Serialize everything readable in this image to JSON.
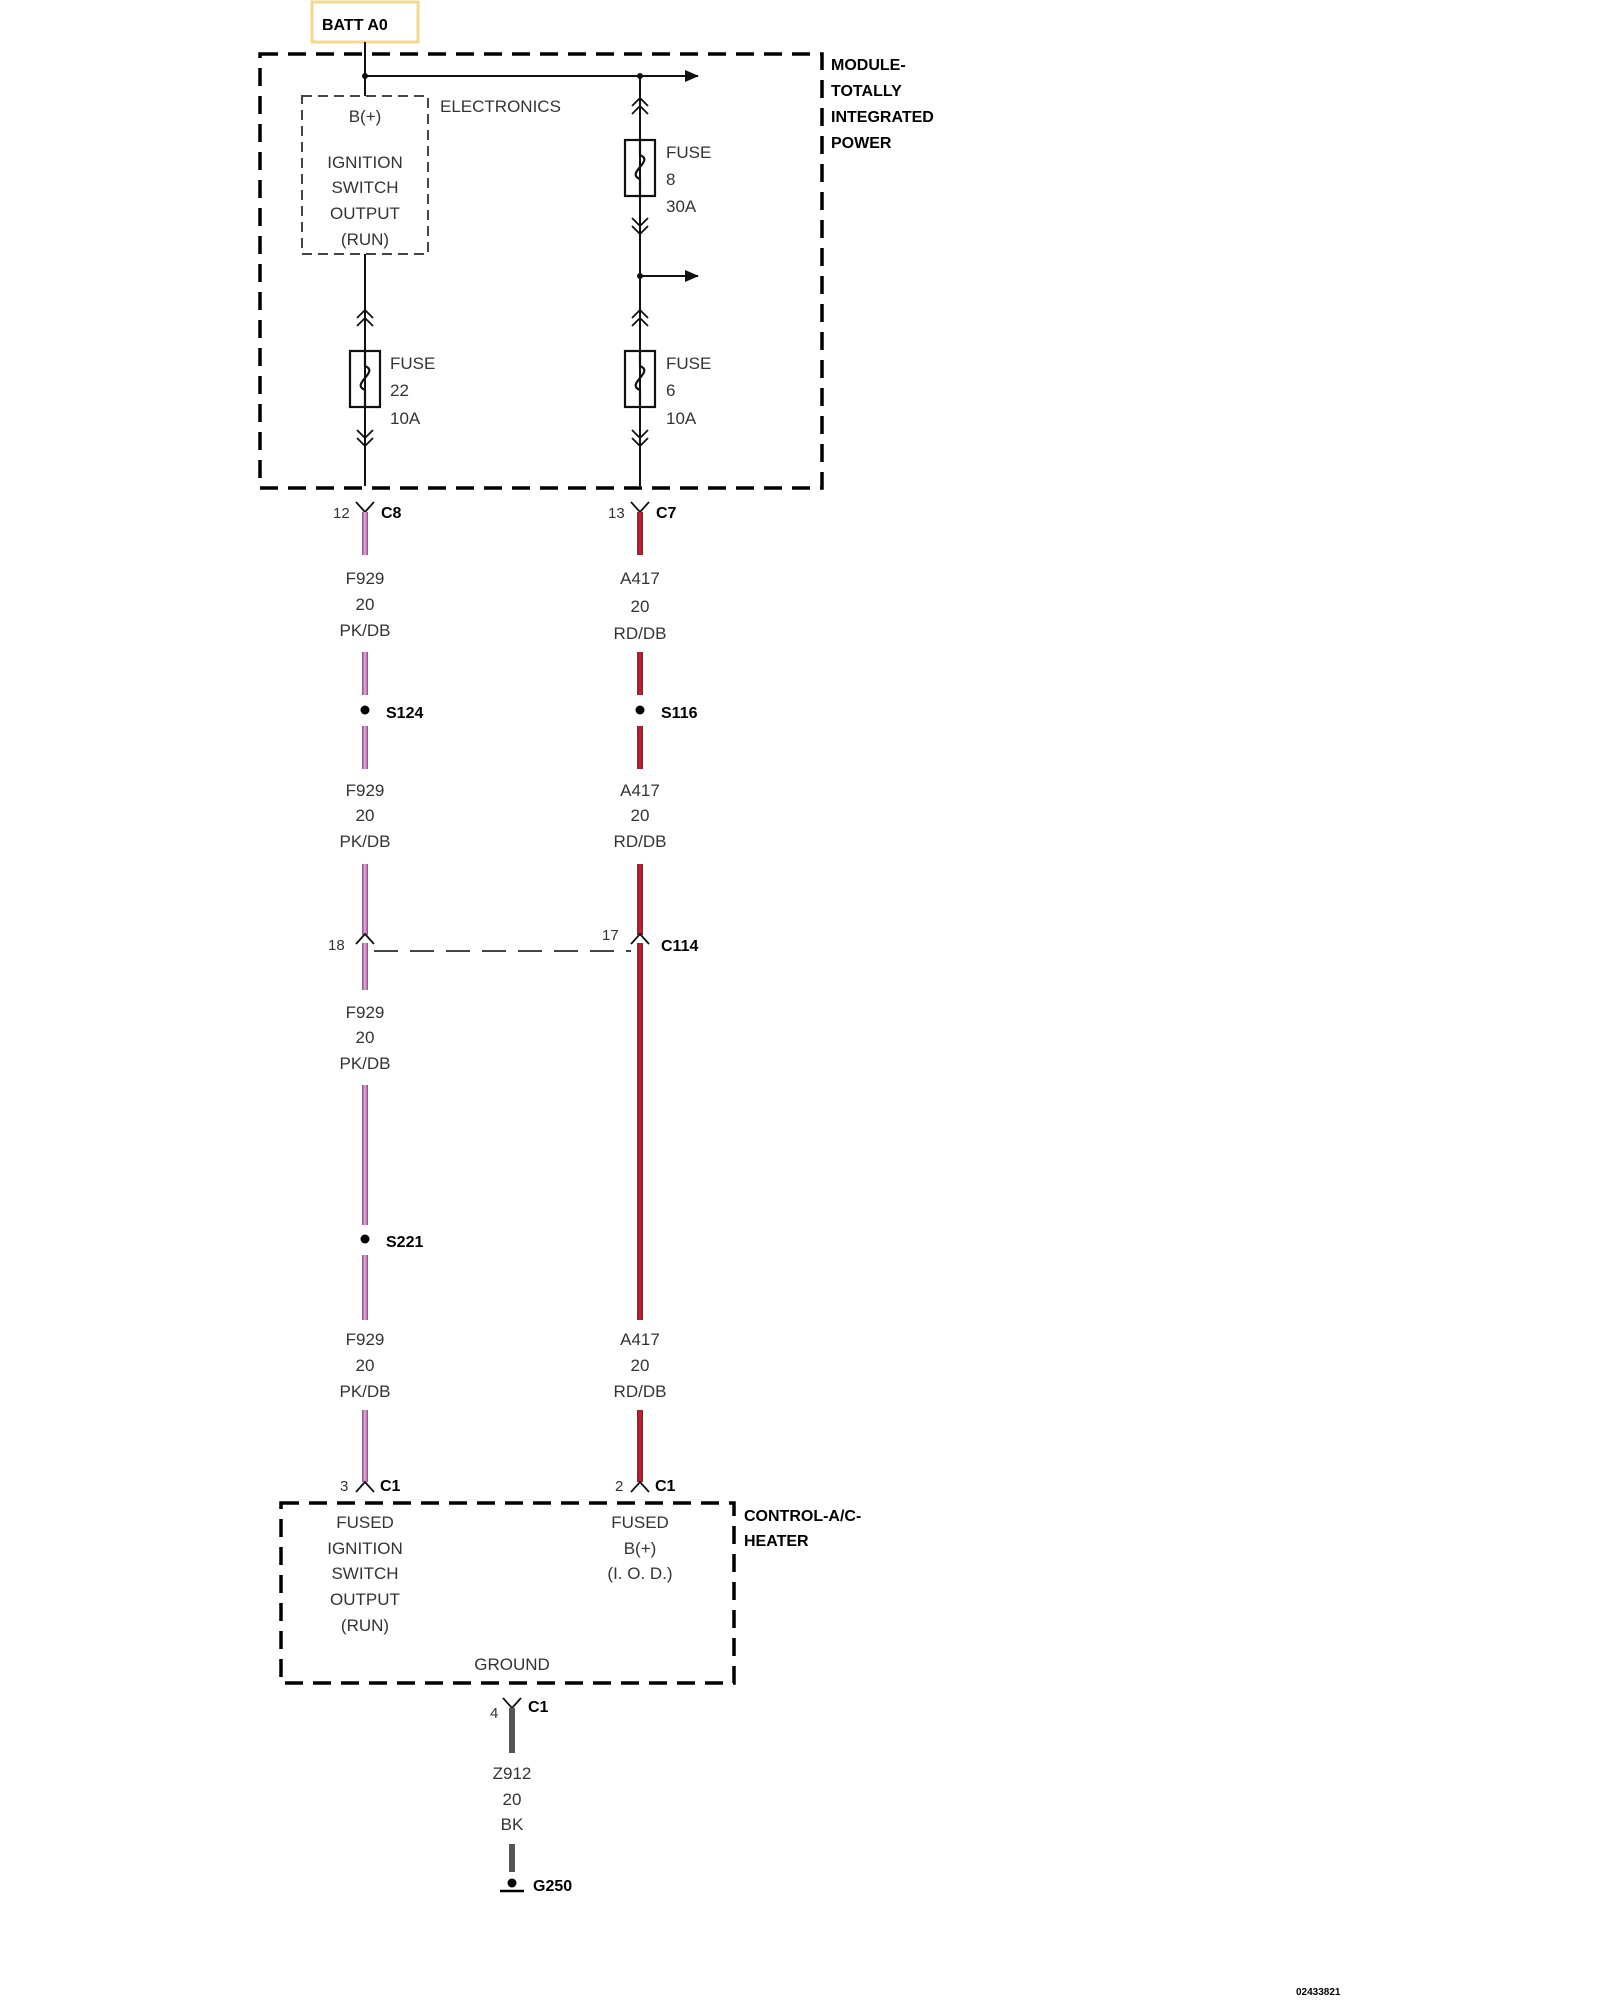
{
  "colors": {
    "pk_db_outer": "#7a6690",
    "pk_db_inner": "#ef8fd2",
    "rd_db_outer": "#5d3a32",
    "rd_db_inner": "#e0102a",
    "bk": "#555555",
    "batt_box_border": "#f5d98b"
  },
  "batt": {
    "label": "BATT A0"
  },
  "tipm": {
    "title_lines": [
      "MODULE-",
      "TOTALLY",
      "INTEGRATED",
      "POWER"
    ],
    "electronics_label": "ELECTRONICS",
    "ignition_lines": [
      "B(+)",
      "IGNITION",
      "SWITCH",
      "OUTPUT",
      "(RUN)"
    ],
    "fuse22": {
      "lines": [
        "FUSE",
        "22",
        "10A"
      ]
    },
    "fuse8": {
      "lines": [
        "FUSE",
        "8",
        "30A"
      ]
    },
    "fuse6": {
      "lines": [
        "FUSE",
        "6",
        "10A"
      ]
    }
  },
  "connectors": {
    "c8": {
      "pin": "12",
      "name": "C8"
    },
    "c7": {
      "pin": "13",
      "name": "C7"
    },
    "c114": {
      "pin_left": "18",
      "pin_right": "17",
      "name": "C114"
    },
    "c1_pin3": {
      "pin": "3",
      "name": "C1"
    },
    "c1_pin2": {
      "pin": "2",
      "name": "C1"
    },
    "c1_pin4": {
      "pin": "4",
      "name": "C1"
    }
  },
  "splices": {
    "s124": "S124",
    "s116": "S116",
    "s221": "S221"
  },
  "wires": {
    "f929": {
      "lines": [
        "F929",
        "20",
        "PK/DB"
      ]
    },
    "a417": {
      "lines": [
        "A417",
        "20",
        "RD/DB"
      ]
    },
    "z912": {
      "lines": [
        "Z912",
        "20",
        "BK"
      ]
    }
  },
  "hvac": {
    "title_lines": [
      "CONTROL-A/C-",
      "HEATER"
    ],
    "left_lines": [
      "FUSED",
      "IGNITION",
      "SWITCH",
      "OUTPUT",
      "(RUN)"
    ],
    "right_lines": [
      "FUSED",
      "B(+)",
      "(I. O. D.)"
    ],
    "ground_label": "GROUND"
  },
  "ground": {
    "name": "G250"
  },
  "figure_id": "02433821"
}
